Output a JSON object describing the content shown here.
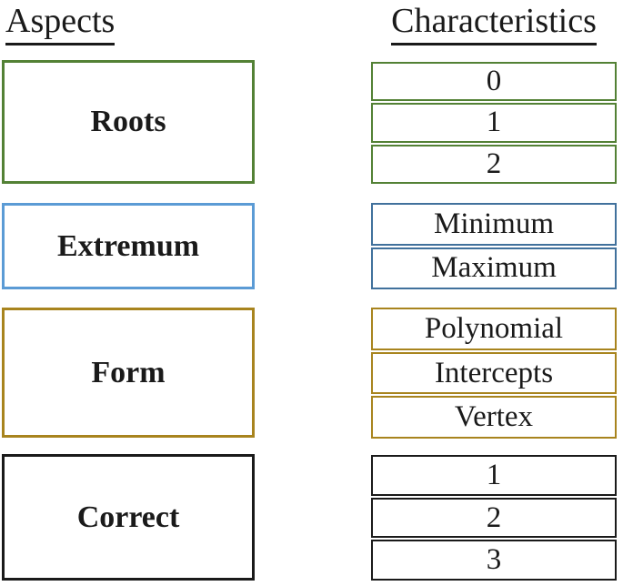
{
  "headers": {
    "aspects": "Aspects",
    "characteristics": "Characteristics"
  },
  "colors": {
    "roots": "#538135",
    "extremum_aspect": "#5B9BD5",
    "extremum_characteristic": "#41719C",
    "form": "#A8841E",
    "correct": "#1a1a1a",
    "text": "#1a1a1a",
    "background": "#ffffff"
  },
  "sections": [
    {
      "id": "roots",
      "aspect": "Roots",
      "characteristics": [
        "0",
        "1",
        "2"
      ]
    },
    {
      "id": "extremum",
      "aspect": "Extremum",
      "characteristics": [
        "Minimum",
        "Maximum"
      ]
    },
    {
      "id": "form",
      "aspect": "Form",
      "characteristics": [
        "Polynomial",
        "Intercepts",
        "Vertex"
      ]
    },
    {
      "id": "correct",
      "aspect": "Correct",
      "characteristics": [
        "1",
        "2",
        "3"
      ]
    }
  ]
}
